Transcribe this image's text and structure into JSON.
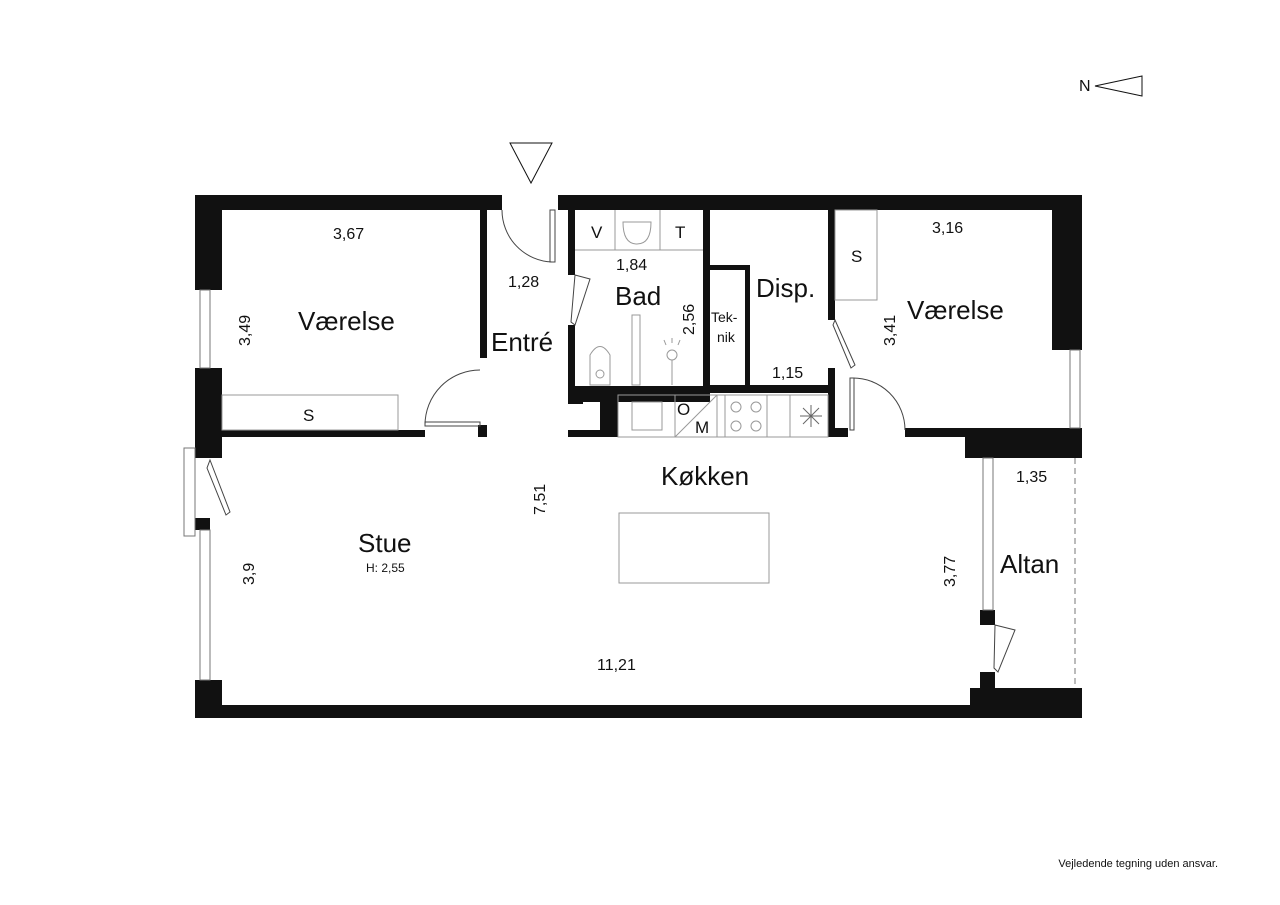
{
  "compass": {
    "label": "N"
  },
  "rooms": {
    "vaerelse1": {
      "name": "Værelse",
      "width": "3,67",
      "depth": "3,49",
      "closet": "S"
    },
    "entre": {
      "name": "Entré",
      "width": "1,28"
    },
    "bad": {
      "name": "Bad",
      "width": "1,84",
      "depth": "2,56",
      "v_label": "V",
      "t_label": "T"
    },
    "teknik": {
      "line1": "Tek-",
      "line2": "nik"
    },
    "disp": {
      "name": "Disp.",
      "width": "1,15"
    },
    "vaerelse2": {
      "name": "Værelse",
      "width": "3,16",
      "depth": "3,41",
      "closet": "S"
    },
    "kitchen": {
      "name": "Køkken",
      "oven_label": "O",
      "micro_label": "M"
    },
    "stue": {
      "name": "Stue",
      "height": "H: 2,55",
      "width": "11,21",
      "depth": "3,9",
      "kitchen_depth": "7,51"
    },
    "altan": {
      "name": "Altan",
      "width": "1,35",
      "depth": "3,77"
    }
  },
  "disclaimer": "Vejledende tegning uden ansvar."
}
